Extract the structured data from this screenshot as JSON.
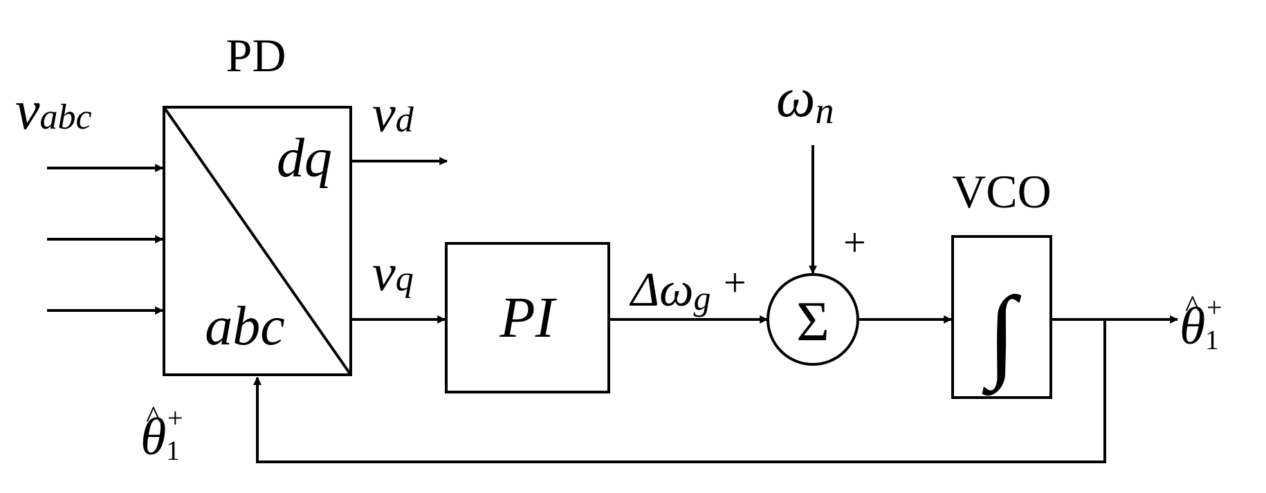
{
  "blocks": {
    "pd": {
      "title": "PD",
      "top": "dq",
      "bottom": "abc"
    },
    "pi": {
      "label": "PI"
    },
    "vco": {
      "title": "VCO",
      "symbol": "∫"
    },
    "sum": {
      "symbol": "Σ",
      "sign_top": "+",
      "sign_left": "+"
    }
  },
  "signals": {
    "input_base": "v",
    "input_sub": "abc",
    "vd_base": "v",
    "vd_sub": "d",
    "vq_base": "v",
    "vq_sub": "q",
    "dw_base": "Δω",
    "dw_sub": "g",
    "wn_base": "ω",
    "wn_sub": "n",
    "theta_base": "θ",
    "theta_hat": "^",
    "theta_sub": "1",
    "theta_sup": "+"
  }
}
